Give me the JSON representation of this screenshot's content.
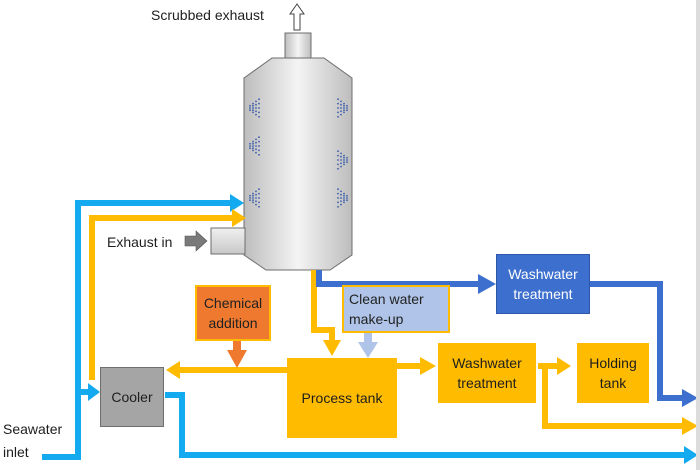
{
  "colors": {
    "seawater": "#14aaf0",
    "washwater": "#ffbb00",
    "treated": "#3d6fce",
    "chemical": "#ef7a2f",
    "clean_water": "#afc4e8",
    "cooler": "#a5a5a5",
    "exhaust_arrow": "#7a7a7a"
  },
  "labels": {
    "scrubbed_exhaust": "Scrubbed exhaust",
    "exhaust_in": "Exhaust in",
    "seawater_inlet_line1": "Seawater",
    "seawater_inlet_line2": "inlet"
  },
  "nodes": {
    "washwater_treatment_top": [
      "Washwater",
      "treatment"
    ],
    "chemical_addition": [
      "Chemical",
      "addition"
    ],
    "clean_water_makeup": [
      "Clean water",
      "make-up"
    ],
    "cooler": "Cooler",
    "process_tank": "Process tank",
    "washwater_treatment_bottom": [
      "Washwater",
      "treatment"
    ],
    "holding_tank": [
      "Holding",
      "tank"
    ]
  }
}
